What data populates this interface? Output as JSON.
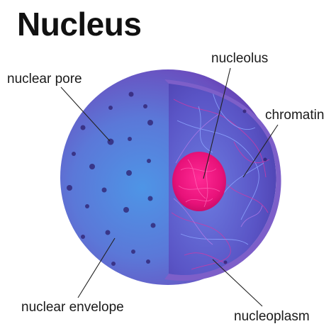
{
  "title": "Nucleus",
  "labels": {
    "nuclear_pore": "nuclear pore",
    "nucleolus": "nucleolus",
    "chromatin": "chromatin",
    "nuclear_envelope": "nuclear envelope",
    "nucleoplasm": "nucleoplasm"
  },
  "colors": {
    "envelope_outer": "#6a3fb0",
    "envelope_light": "#4f8fe0",
    "cutaway_interior": "#5a57c8",
    "nucleolus": "#e8127a",
    "chromatin_fiber": "#cf3aa8",
    "pore": "#2e1f6e",
    "leader_line": "#222222"
  }
}
